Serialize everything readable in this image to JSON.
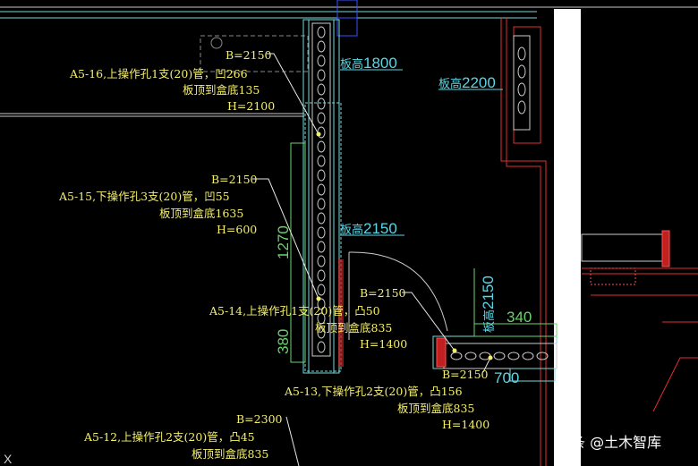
{
  "dims": {
    "d1800": {
      "prefix": "板高",
      "value": "1800"
    },
    "d2200": {
      "prefix": "板高",
      "value": "2200"
    },
    "d2150": {
      "prefix": "板高",
      "value": "2150"
    },
    "d2150v": {
      "prefix": "板高",
      "value": "2150"
    },
    "d1270": "1270",
    "d380": "380",
    "d340": "340",
    "d700": "700"
  },
  "notes": {
    "a516": {
      "b": "B=2150",
      "desc": "A5-16,上操作孔1支(20)管，凹266",
      "depth": "板顶到盒底135",
      "h": "H=2100"
    },
    "a515": {
      "b": "B=2150",
      "desc": "A5-15,下操作孔3支(20)管，凹55",
      "depth": "板顶到盒底1635",
      "h": "H=600"
    },
    "a514": {
      "b": "B=2150",
      "desc": "A5-14,上操作孔1支(20)管，凸50",
      "depth": "板顶到盒底835",
      "h": "H=1400"
    },
    "a513": {
      "b": "B=2150",
      "desc": "A5-13,下操作孔2支(20)管，凸156",
      "depth": "板顶到盒底835",
      "h": "H=1400"
    },
    "a512": {
      "b": "B=2300",
      "desc": "A5-12,上操作孔2支(20)管，凸45",
      "depth": "板顶到盒底835"
    }
  },
  "axis_marker": "X",
  "watermark": "头条 @土木智库"
}
